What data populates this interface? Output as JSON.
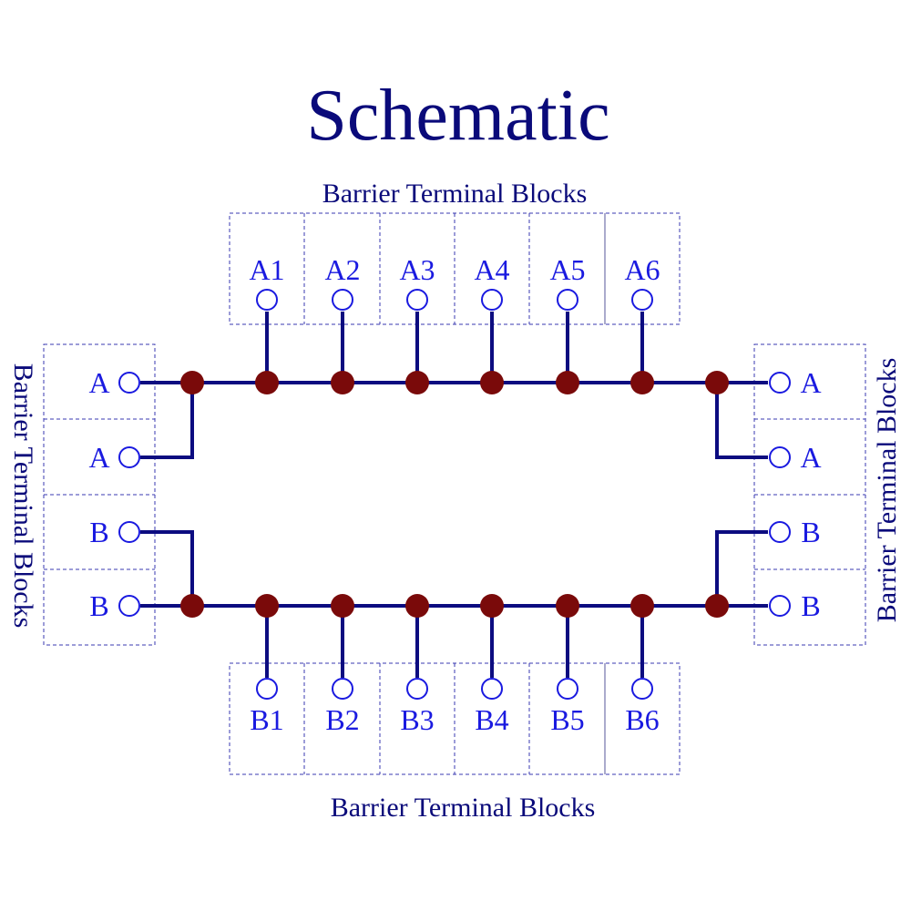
{
  "title": "Schematic",
  "block_caption": "Barrier Terminal Blocks",
  "top_block": {
    "caption": "Barrier Terminal Blocks",
    "terminals": [
      "A1",
      "A2",
      "A3",
      "A4",
      "A5",
      "A6"
    ]
  },
  "bottom_block": {
    "caption": "Barrier Terminal Blocks",
    "terminals": [
      "B1",
      "B2",
      "B3",
      "B4",
      "B5",
      "B6"
    ]
  },
  "left_block": {
    "caption": "Barrier Terminal Blocks",
    "terminals": [
      "A",
      "A",
      "B",
      "B"
    ]
  },
  "right_block": {
    "caption": "Barrier Terminal Blocks",
    "terminals": [
      "A",
      "A",
      "B",
      "B"
    ]
  },
  "colors": {
    "text": "#0a0a7a",
    "terminal_label": "#1a1ae0",
    "wire": "#0c0c80",
    "node": "#7a0a0a"
  }
}
